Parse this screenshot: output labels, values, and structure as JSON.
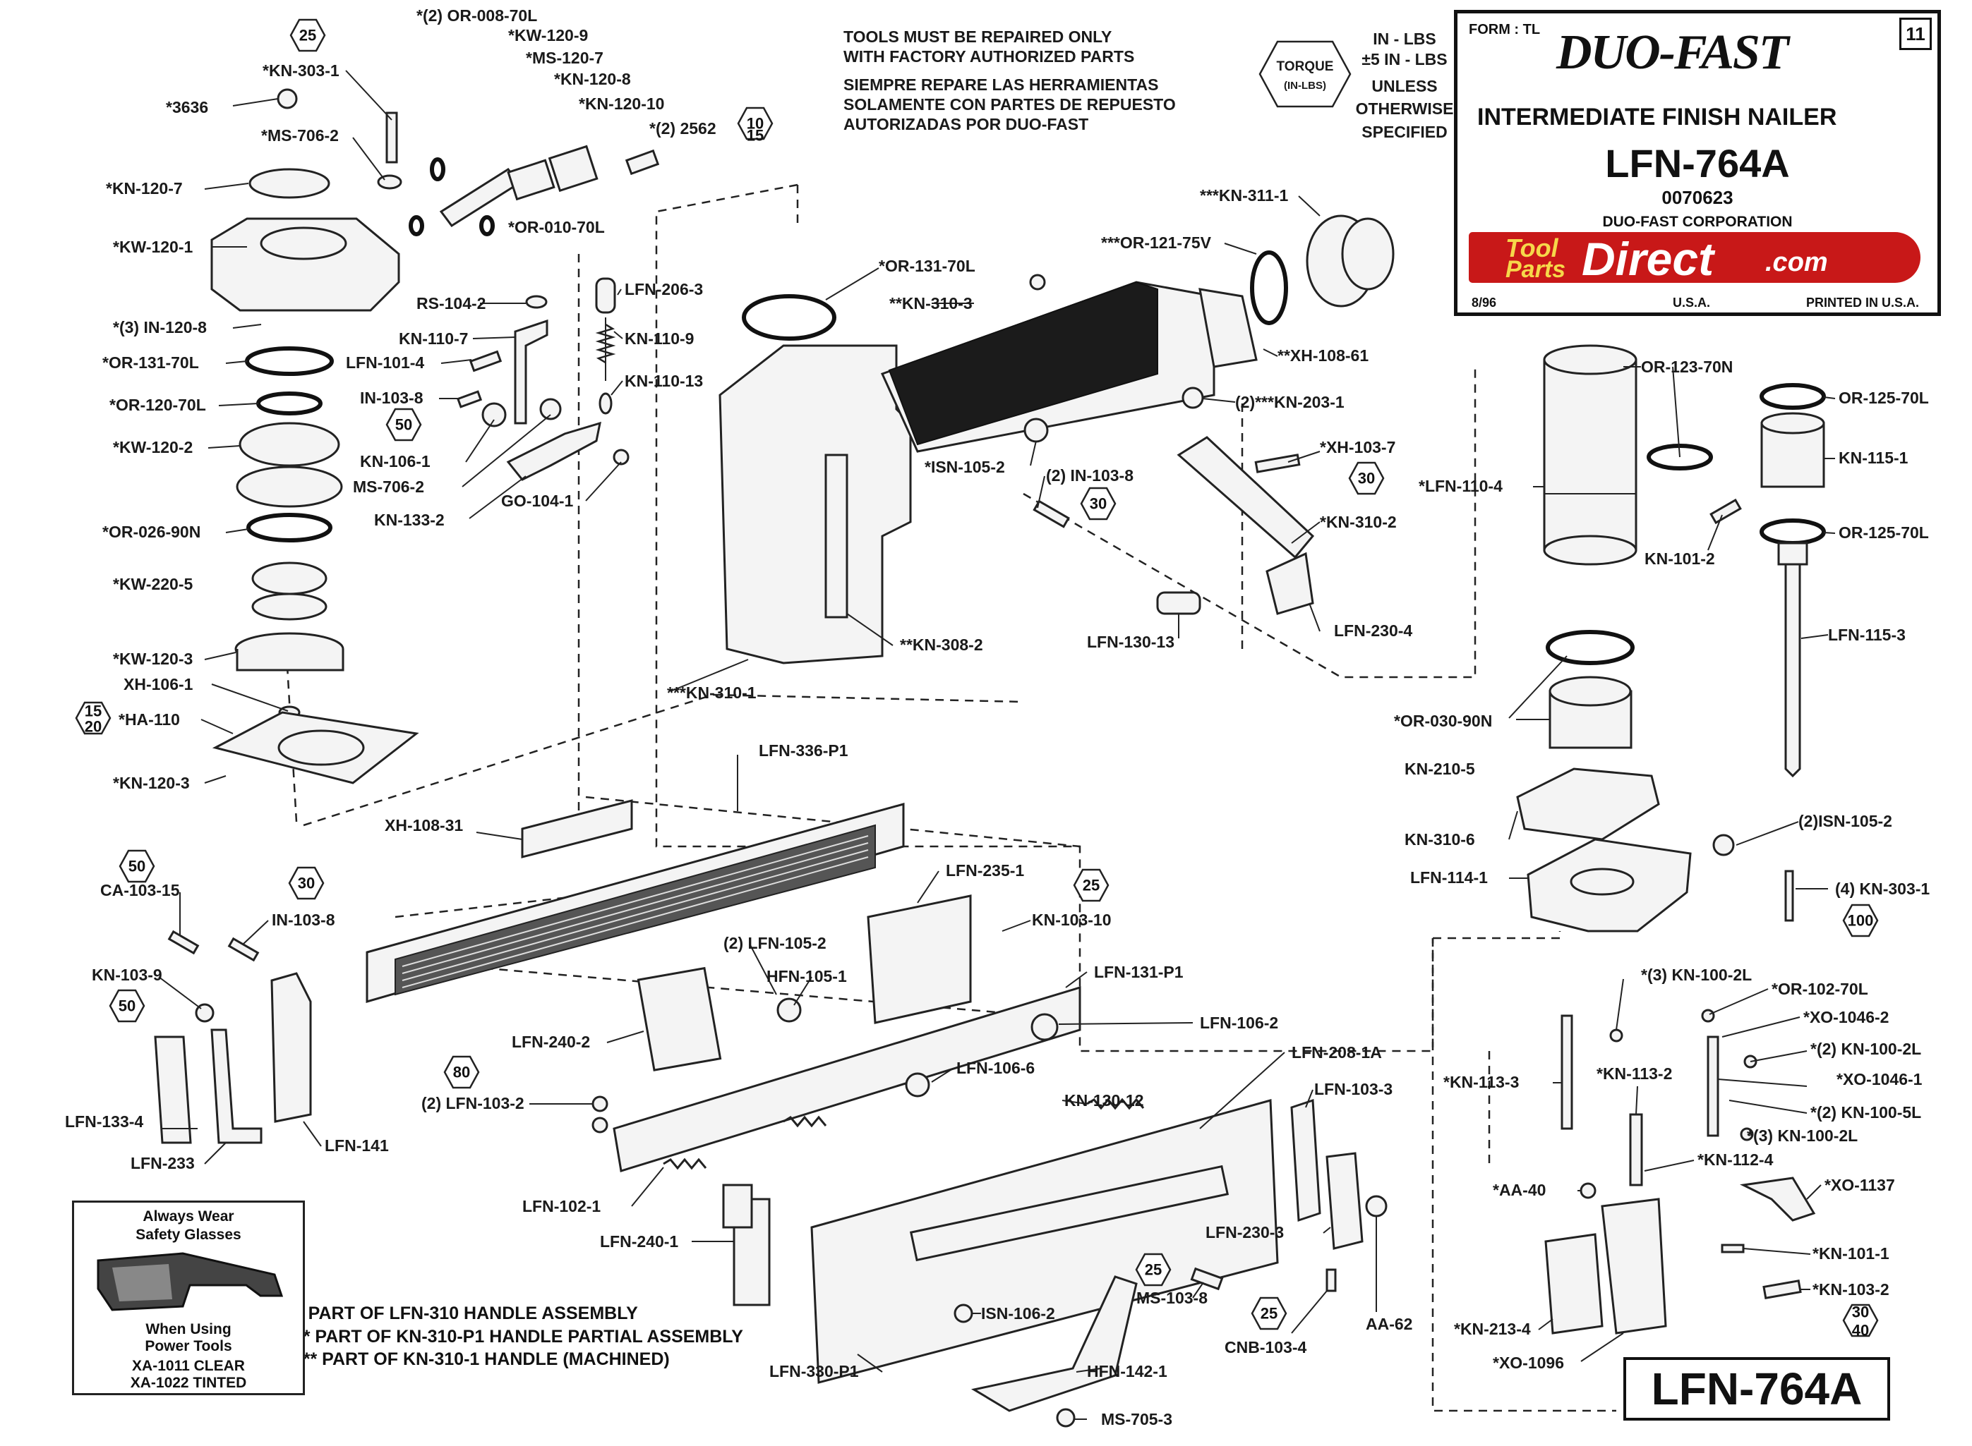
{
  "header": {
    "repair_en_1": "TOOLS MUST BE REPAIRED ONLY",
    "repair_en_2": "WITH FACTORY AUTHORIZED PARTS",
    "repair_es_1": "SIEMPRE REPARE LAS HERRAMIENTAS",
    "repair_es_2": "SOLAMENTE CON PARTES DE REPUESTO",
    "repair_es_3": "AUTORIZADAS POR DUO-FAST",
    "torque_1": "TORQUE",
    "torque_2": "(IN-LBS)",
    "torque_note_1": "IN - LBS",
    "torque_note_2": "±5 IN - LBS",
    "torque_note_3": "UNLESS",
    "torque_note_4": "OTHERWISE",
    "torque_note_5": "SPECIFIED"
  },
  "title_block": {
    "form": "FORM : TL",
    "page": "11",
    "brand": "DUO-FAST",
    "product": "INTERMEDIATE FINISH NAILER",
    "model": "LFN-764A",
    "part_no": "0070623",
    "company": "DUO-FAST CORPORATION",
    "watermark_a": "Tool",
    "watermark_b": "Parts",
    "watermark_c": "Direct",
    "watermark_d": ".com",
    "date": "8/96",
    "country": "U.S.A.",
    "printed": "PRINTED IN U.S.A."
  },
  "legend": {
    "note1": "* PART OF LFN-310 HANDLE ASSEMBLY",
    "note2": "** PART OF KN-310-P1 HANDLE PARTIAL ASSEMBLY",
    "note3": "*** PART OF KN-310-1 HANDLE (MACHINED)"
  },
  "safety": {
    "line1": "Always Wear",
    "line2": "Safety Glasses",
    "line3": "When Using",
    "line4": "Power Tools",
    "line5": "XA-1011 CLEAR",
    "line6": "XA-1022 TINTED"
  },
  "model_box": "LFN-764A",
  "torque_hexes": [
    "25",
    "10",
    "15",
    "50",
    "30",
    "30",
    "15",
    "20",
    "50",
    "30",
    "50",
    "25",
    "80",
    "25",
    "25",
    "100",
    "30",
    "40"
  ],
  "labels": [
    "*(2) OR-008-70L",
    "*KW-120-9",
    "*MS-120-7",
    "*KN-120-8",
    "*KN-120-10",
    "*(2) 2562",
    "*KN-303-1",
    "*3636",
    "*MS-706-2",
    "*OR-010-70L",
    "*KN-120-7",
    "*KW-120-1",
    "*(3) IN-120-8",
    "*OR-131-70L",
    "*OR-120-70L",
    "*KW-120-2",
    "*OR-026-90N",
    "*KW-220-5",
    "*KW-120-3",
    "XH-106-1",
    "*HA-110",
    "*KN-120-3",
    "RS-104-2",
    "LFN-206-3",
    "KN-110-7",
    "KN-110-9",
    "LFN-101-4",
    "KN-110-13",
    "IN-103-8",
    "KN-106-1",
    "MS-706-2",
    "KN-133-2",
    "GO-104-1",
    "*OR-131-70L",
    "**KN-310-3",
    "***OR-121-75V",
    "***KN-311-1",
    "**XH-108-61",
    "(2)***KN-203-1",
    "*ISN-105-2",
    "(2) IN-103-8",
    "*XH-103-7",
    "*KN-310-2",
    "LFN-130-13",
    "LFN-230-4",
    "**KN-308-2",
    "***KN-310-1",
    "OR-123-70N",
    "OR-125-70L",
    "KN-115-1",
    "*LFN-110-4",
    "OR-125-70L",
    "KN-101-2",
    "LFN-115-3",
    "*OR-030-90N",
    "KN-210-5",
    "KN-310-6",
    "(2)ISN-105-2",
    "LFN-114-1",
    "(4) KN-303-1",
    "LFN-336-P1",
    "XH-108-31",
    "CA-103-15",
    "IN-103-8",
    "LFN-235-1",
    "KN-103-10",
    "KN-103-9",
    "(2) LFN-105-2",
    "HFN-105-1",
    "LFN-131-P1",
    "LFN-240-2",
    "LFN-106-2",
    "LFN-208-1A",
    "LFN-106-6",
    "LFN-133-4",
    "LFN-141",
    "(2) LFN-103-2",
    "KN-130-12",
    "LFN-103-3",
    "LFN-233",
    "LFN-102-1",
    "LFN-240-1",
    "LFN-230-3",
    "AA-62",
    "MS-103-8",
    "ISN-106-2",
    "CNB-103-4",
    "HFN-142-1",
    "LFN-330-P1",
    "MS-705-3",
    "*(3) KN-100-2L",
    "*OR-102-70L",
    "*XO-1046-2",
    "*(2) KN-100-2L",
    "*KN-113-3",
    "*KN-113-2",
    "*XO-1046-1",
    "*(2) KN-100-5L",
    "*(3) KN-100-2L",
    "*KN-112-4",
    "*AA-40",
    "*XO-1137",
    "*KN-101-1",
    "*KN-103-2",
    "*KN-213-4",
    "*XO-1096"
  ]
}
